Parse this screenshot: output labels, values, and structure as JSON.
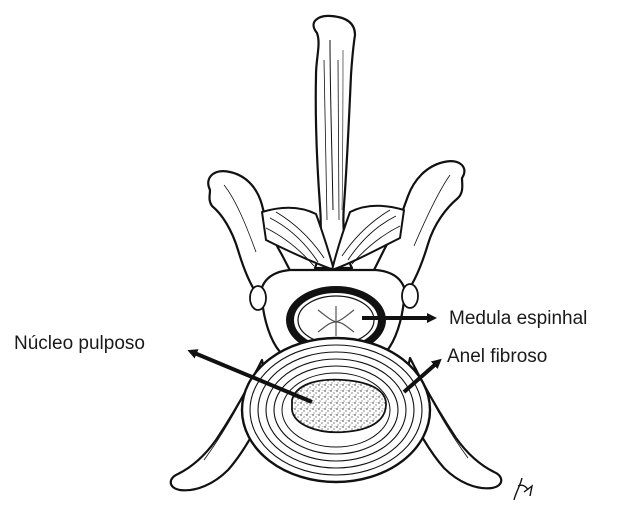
{
  "diagram": {
    "labels": {
      "nucleus_pulposus": "Núcleo pulposo",
      "spinal_cord": "Medula espinhal",
      "annulus_fibrosus": "Anel fibroso"
    },
    "colors": {
      "ink": "#111111",
      "paper": "#ffffff"
    }
  }
}
